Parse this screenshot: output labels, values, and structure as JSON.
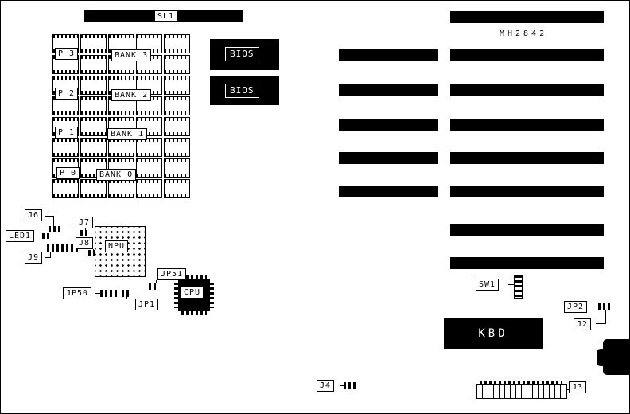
{
  "diagram": {
    "title": "MH2842",
    "colors": {
      "ink": "#000000",
      "paper": "#ffffff"
    },
    "labels": {
      "sl1": "SL1",
      "p3": "P 3",
      "bank3": "BANK 3",
      "p2": "P 2",
      "bank2": "BANK 2",
      "p1": "P 1",
      "bank1": "BANK 1",
      "p0": "P 0",
      "bank0": "BANK 0",
      "bios1": "BIOS",
      "bios2": "BIOS",
      "j6": "J6",
      "led1": "LED1",
      "j9": "J9",
      "j7": "J7",
      "j8": "J8",
      "npu": "NPU",
      "cpu": "CPU",
      "jp50": "JP50",
      "jp1": "JP1",
      "jp51": "JP51",
      "sw1": "SW1",
      "kbd": "KBD",
      "jp2": "JP2",
      "j2": "J2",
      "j3": "J3",
      "j4": "J4"
    }
  }
}
